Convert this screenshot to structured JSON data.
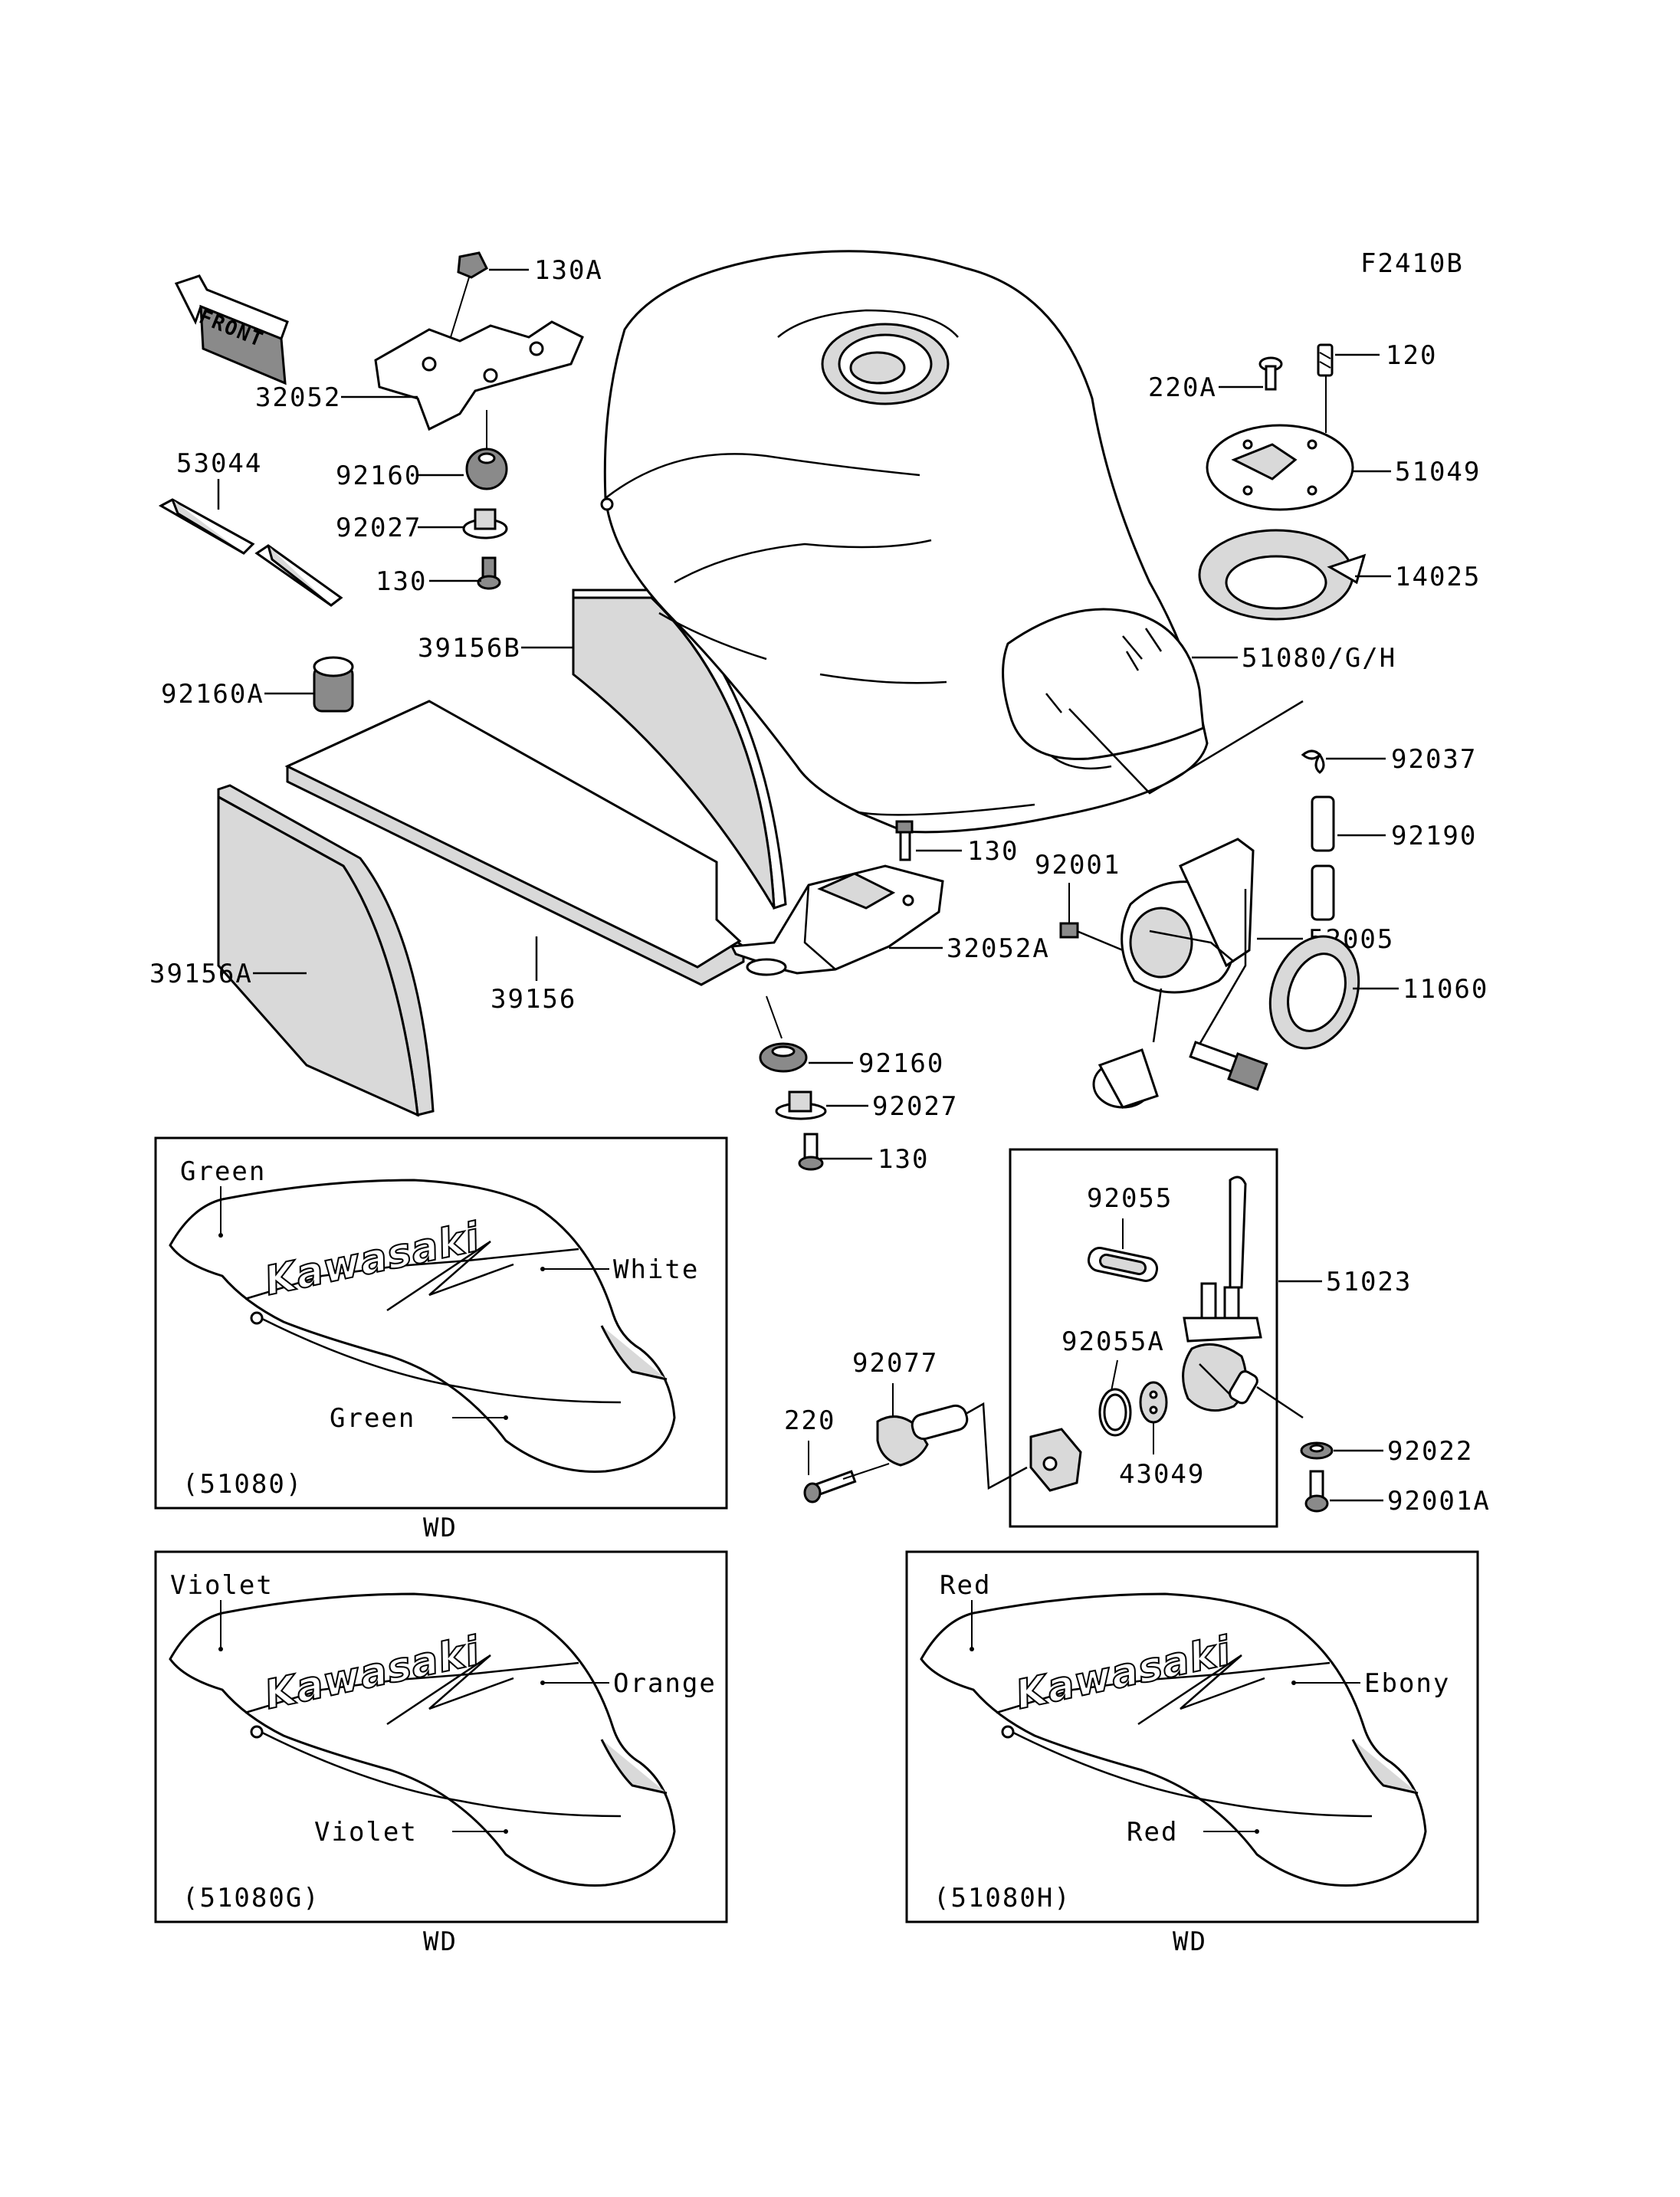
{
  "figure_code": "F2410B",
  "front_label": "FRONT",
  "logo_text": "Kawasaki",
  "part_labels": {
    "p130A": "130A",
    "p32052": "32052",
    "p53044": "53044",
    "p92160_top": "92160",
    "p92027_top": "92027",
    "p130_top": "130",
    "p39156B": "39156B",
    "p92160A": "92160A",
    "p39156A": "39156A",
    "p39156": "39156",
    "p130_mid": "130",
    "p32052A": "32052A",
    "p92160_mid": "92160",
    "p92027_mid": "92027",
    "p130_bot": "130",
    "p220A": "220A",
    "p120": "120",
    "p51049": "51049",
    "p14025": "14025",
    "p51080GH": "51080/G/H",
    "p92037": "92037",
    "p92190": "92190",
    "p92001": "92001",
    "p52005": "52005",
    "p11060": "11060",
    "p92055": "92055",
    "p51023": "51023",
    "p92055A": "92055A",
    "p92077": "92077",
    "p220": "220",
    "p43049": "43049",
    "p92022": "92022",
    "p92001A": "92001A"
  },
  "variants": [
    {
      "code": "(51080)",
      "market": "WD",
      "colors": {
        "top": "Green",
        "stripe": "White",
        "bottom": "Green"
      }
    },
    {
      "code": "(51080G)",
      "market": "WD",
      "colors": {
        "top": "Violet",
        "stripe": "Orange",
        "bottom": "Violet"
      }
    },
    {
      "code": "(51080H)",
      "market": "WD",
      "colors": {
        "top": "Red",
        "stripe": "Ebony",
        "bottom": "Red"
      }
    }
  ]
}
